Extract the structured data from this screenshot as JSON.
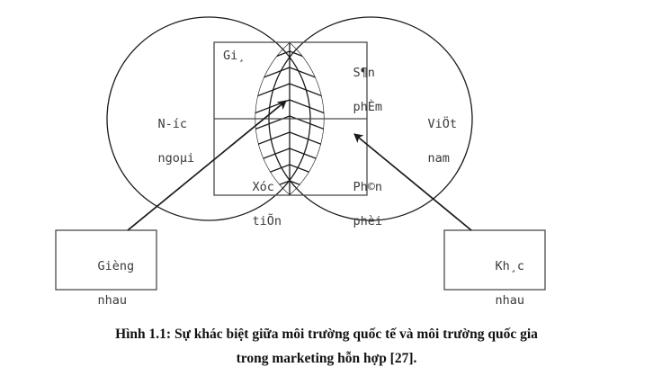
{
  "figure": {
    "circles": {
      "left_label_line1": "N-íc",
      "left_label_line2": "ngoµi",
      "right_label_line1": "ViÖt",
      "right_label_line2": "nam"
    },
    "marketing_mix_box": {
      "top_left": "Gi¸",
      "top_right_line1": "S¶n",
      "top_right_line2": "phÈm",
      "bottom_left_line1": "Xóc",
      "bottom_left_line2": "tiÕn",
      "bottom_right_line1": "Ph©n",
      "bottom_right_line2": "phèi"
    },
    "callouts": {
      "left_line1": "Gièng",
      "left_line2": "nhau",
      "right_line1": "Kh¸c",
      "right_line2": "nhau"
    },
    "caption_line1": "Hình 1.1: Sự khác biệt giữa môi trường quốc tế và môi trường quốc gia",
    "caption_line2": "trong marketing hỗn hợp [27]."
  },
  "colors": {
    "stroke": "#1a1a1a",
    "text": "#3a3a3a",
    "caption": "#111111",
    "background": "#ffffff"
  }
}
